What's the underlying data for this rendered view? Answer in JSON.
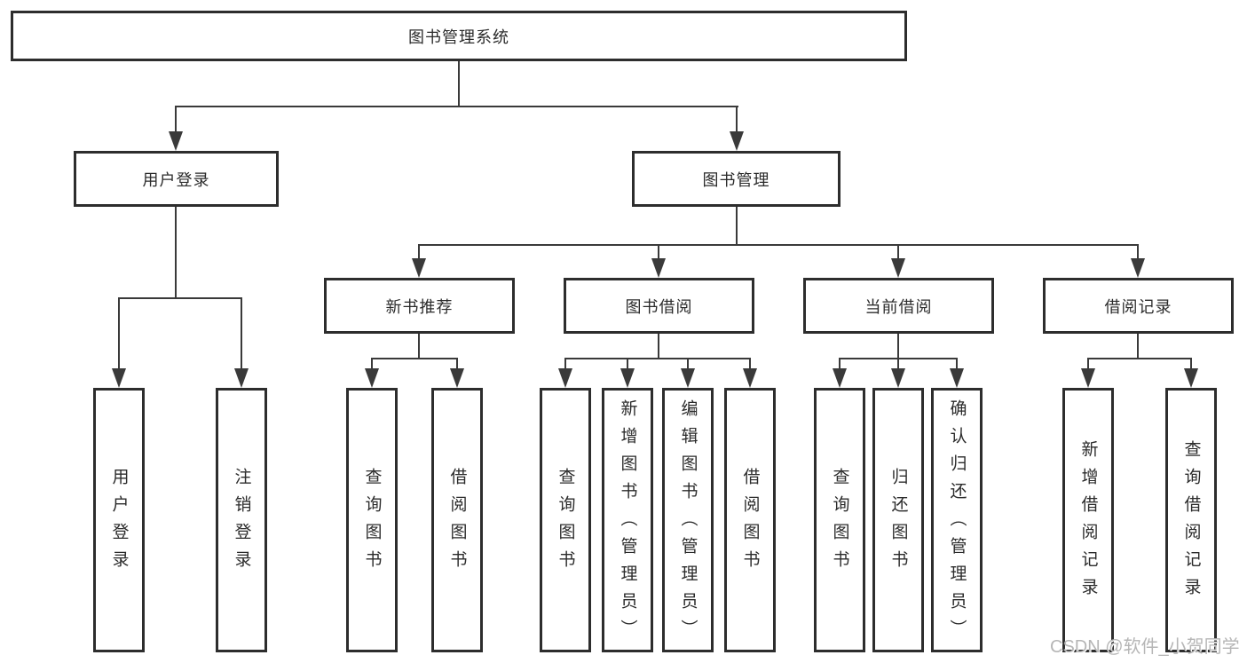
{
  "diagram": {
    "root": {
      "label": "图书管理系统"
    },
    "branches": [
      {
        "label": "用户登录",
        "children": [
          {
            "label": "用户登录"
          },
          {
            "label": "注销登录"
          }
        ]
      },
      {
        "label": "图书管理",
        "children": [
          {
            "label": "新书推荐",
            "children": [
              {
                "label": "查询图书"
              },
              {
                "label": "借阅图书"
              }
            ]
          },
          {
            "label": "图书借阅",
            "children": [
              {
                "label": "查询图书"
              },
              {
                "label": "新增图书（管理员）"
              },
              {
                "label": "编辑图书（管理员）"
              },
              {
                "label": "借阅图书"
              }
            ]
          },
          {
            "label": "当前借阅",
            "children": [
              {
                "label": "查询图书"
              },
              {
                "label": "归还图书"
              },
              {
                "label": "确认归还（管理员）"
              }
            ]
          },
          {
            "label": "借阅记录",
            "children": [
              {
                "label": "新增借阅记录"
              },
              {
                "label": "查询借阅记录"
              }
            ]
          }
        ]
      }
    ]
  },
  "watermark": {
    "text": "CSDN @软件_小贺同学"
  },
  "colors": {
    "line": "#3a3a3a",
    "box_border": "#2d2d2d",
    "text": "#2b2b2b",
    "watermark": "#b6b6b6",
    "background": "#ffffff"
  }
}
